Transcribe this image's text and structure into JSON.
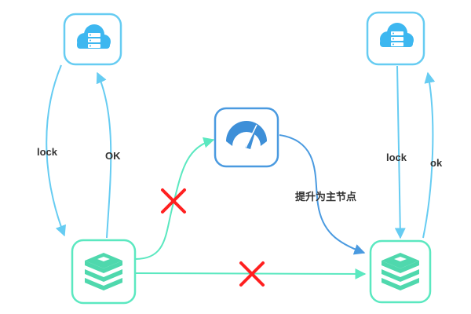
{
  "nodes": {
    "left_server": {
      "icon": "cloud-server-icon"
    },
    "right_server": {
      "icon": "cloud-server-icon"
    },
    "sentinel": {
      "icon": "gauge-icon"
    },
    "left_redis": {
      "icon": "redis-icon"
    },
    "right_redis": {
      "icon": "redis-icon"
    }
  },
  "edges": {
    "left_lock": {
      "label": "lock"
    },
    "left_ok": {
      "label": "OK"
    },
    "right_lock": {
      "label": "lock"
    },
    "right_ok": {
      "label": "ok"
    },
    "promote": {
      "label": "提升为主节点"
    }
  },
  "colors": {
    "server_border": "#66ccf2",
    "server_fill": "#3db7f0",
    "sentinel_border": "#4a9ae0",
    "sentinel_fill": "#3d8fd8",
    "redis_border": "#5be8c0",
    "redis_fill": "#4fd8ad",
    "arrow_light_blue": "#66ccf2",
    "arrow_blue": "#4a9ae0",
    "arrow_green": "#5be8c0",
    "failure_mark": "#ff2020"
  },
  "failure_marks": [
    "cross-icon",
    "cross-icon"
  ]
}
